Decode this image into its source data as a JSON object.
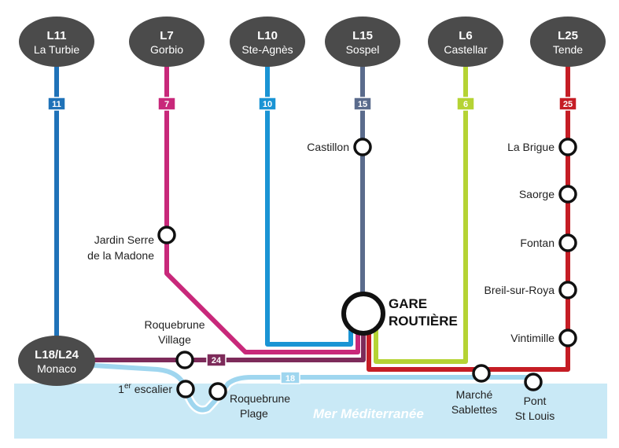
{
  "colors": {
    "line11": "#1f72b8",
    "line7": "#c8287a",
    "line10": "#1a94d4",
    "line15": "#5a6b8c",
    "line6": "#b5d334",
    "line25": "#c51d25",
    "line24": "#7d2b5a",
    "line18": "#9fd6ef",
    "sea": "#c9e9f6",
    "terminal": "#4b4b4b"
  },
  "terminals": {
    "l11": {
      "code": "L11",
      "name": "La Turbie"
    },
    "l7": {
      "code": "L7",
      "name": "Gorbio"
    },
    "l10": {
      "code": "L10",
      "name": "Ste-Agnès"
    },
    "l15": {
      "code": "L15",
      "name": "Sospel"
    },
    "l6": {
      "code": "L6",
      "name": "Castellar"
    },
    "l25": {
      "code": "L25",
      "name": "Tende"
    },
    "monaco": {
      "code": "L18/L24",
      "name": "Monaco"
    }
  },
  "badges": {
    "b11": "11",
    "b7": "7",
    "b10": "10",
    "b15": "15",
    "b6": "6",
    "b25": "25",
    "b24": "24",
    "b18": "18"
  },
  "stops": {
    "castillon": "Castillon",
    "la_brigue": "La Brigue",
    "saorge": "Saorge",
    "fontan": "Fontan",
    "breil": "Breil-sur-Roya",
    "vintimille": "Vintimille",
    "jardin_1": "Jardin Serre",
    "jardin_2": "de la Madone",
    "roquebrune_village_1": "Roquebrune",
    "roquebrune_village_2": "Village",
    "escalier_num": "1",
    "escalier_sup": "er",
    "escalier_word": " escalier",
    "roquebrune_plage_1": "Roquebrune",
    "roquebrune_plage_2": "Plage",
    "marche_1": "Marché",
    "marche_2": "Sablettes",
    "pont_1": "Pont",
    "pont_2": "St Louis"
  },
  "hub": {
    "line1": "GARE",
    "line2": "ROUTIÈRE"
  },
  "sea": {
    "label": "Mer Méditerranée"
  }
}
